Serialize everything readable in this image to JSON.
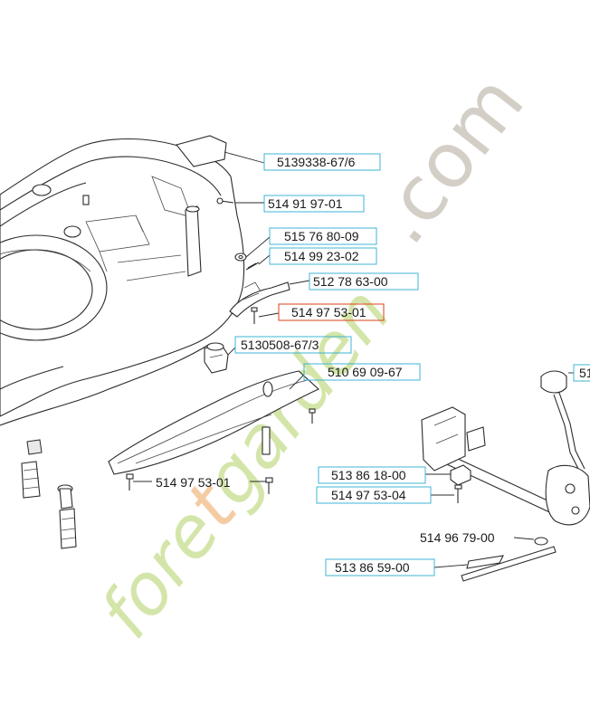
{
  "parts": [
    {
      "id": "p1",
      "number": "5139338-67/6",
      "highlight": false
    },
    {
      "id": "p2",
      "number": "514 91 97-01",
      "highlight": false
    },
    {
      "id": "p3",
      "number": "515 76 80-09",
      "highlight": false
    },
    {
      "id": "p4",
      "number": "514 99 23-02",
      "highlight": false
    },
    {
      "id": "p5",
      "number": "512 78 63-00",
      "highlight": false
    },
    {
      "id": "p6",
      "number": "514 97 53-01",
      "highlight": true
    },
    {
      "id": "p7",
      "number": "5130508-67/3",
      "highlight": false
    },
    {
      "id": "p8",
      "number": "510 69 09-67",
      "highlight": false
    },
    {
      "id": "p9",
      "number": "514 97 53-01",
      "highlight": false
    },
    {
      "id": "p10",
      "number": "513 86 18-00",
      "highlight": false
    },
    {
      "id": "p11",
      "number": "514 97 53-04",
      "highlight": false
    },
    {
      "id": "p12",
      "number": "514 96 79-00",
      "highlight": false
    },
    {
      "id": "p13",
      "number": "513 86 59-00",
      "highlight": false
    },
    {
      "id": "p14",
      "number": "51",
      "highlight": false
    }
  ],
  "watermark": {
    "text_green": "fore",
    "text_orange": "t",
    "text_green2": "garden",
    "text_gray": ".com"
  },
  "colors": {
    "label_box": "#3fb4d4",
    "label_box_highlight": "#e0603a",
    "watermark_green": "#cfe3a0",
    "watermark_orange": "#f3c79a",
    "watermark_gray": "#cfc9c0",
    "drawing_line": "#2b2b2b"
  }
}
